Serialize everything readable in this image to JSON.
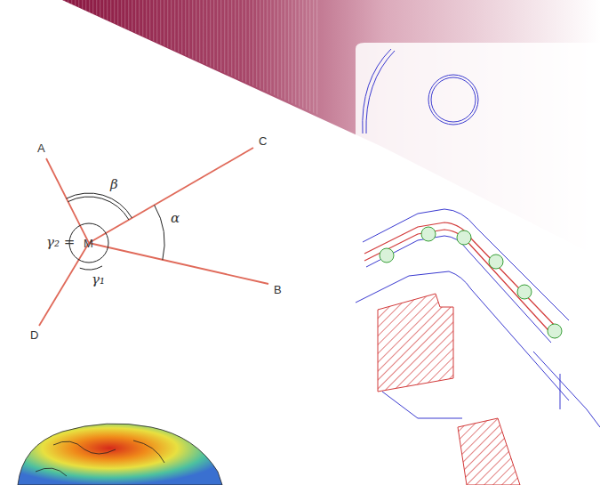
{
  "diagram": {
    "labels": [
      "A",
      "C",
      "β",
      "α",
      "γ₂ =",
      "M",
      "γ₁",
      "B",
      "D"
    ]
  }
}
